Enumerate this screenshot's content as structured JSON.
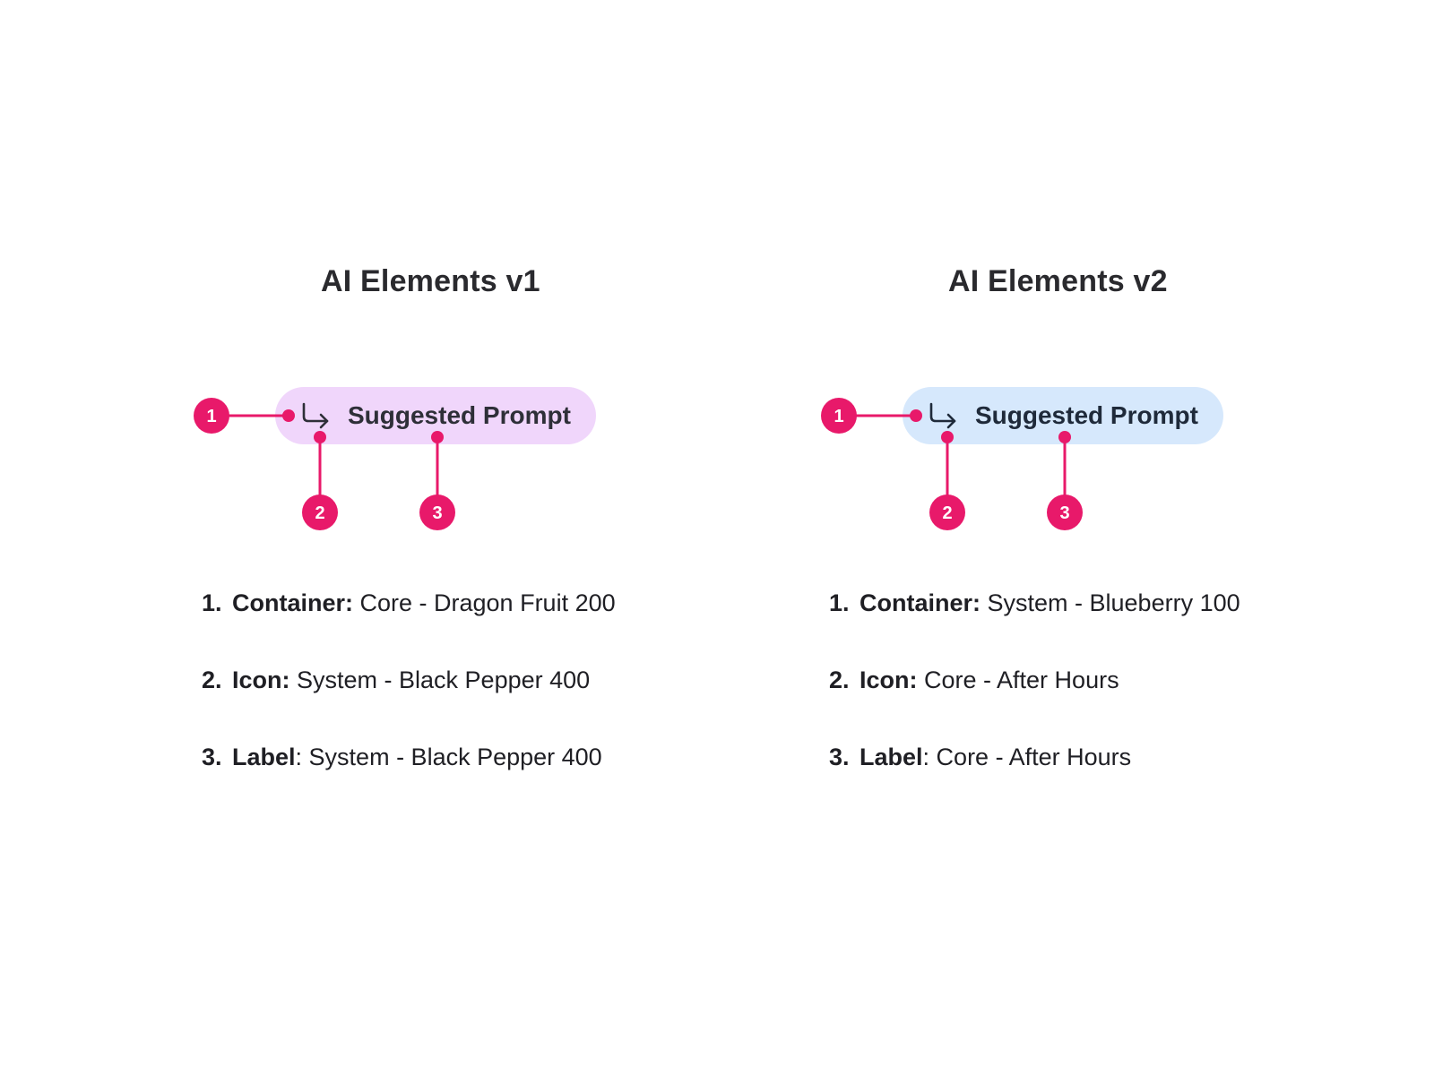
{
  "accent_color": "#e8196a",
  "icon_name": "arrow-turn-down-right-icon",
  "panels": [
    {
      "title": "AI Elements v1",
      "chip": {
        "label": "Suggested Prompt",
        "background": "#f0d6fb",
        "foreground": "#2e2f38"
      },
      "markers": [
        "1",
        "2",
        "3"
      ],
      "legend": [
        {
          "number": "1.",
          "key": "Container:",
          "sep": "",
          "value": " Core - Dragon Fruit 200"
        },
        {
          "number": "2.",
          "key": "Icon:",
          "sep": "",
          "value": " System - Black Pepper 400"
        },
        {
          "number": "3.",
          "key": "Label",
          "sep": ":",
          "value": " System - Black Pepper 400"
        }
      ]
    },
    {
      "title": "AI Elements v2",
      "chip": {
        "label": "Suggested Prompt",
        "background": "#d6e8fc",
        "foreground": "#1f2a3a"
      },
      "markers": [
        "1",
        "2",
        "3"
      ],
      "legend": [
        {
          "number": "1.",
          "key": "Container:",
          "sep": "",
          "value": " System - Blueberry 100"
        },
        {
          "number": "2.",
          "key": "Icon:",
          "sep": "",
          "value": " Core - After Hours"
        },
        {
          "number": "3.",
          "key": "Label",
          "sep": ":",
          "value": " Core - After Hours"
        }
      ]
    }
  ]
}
